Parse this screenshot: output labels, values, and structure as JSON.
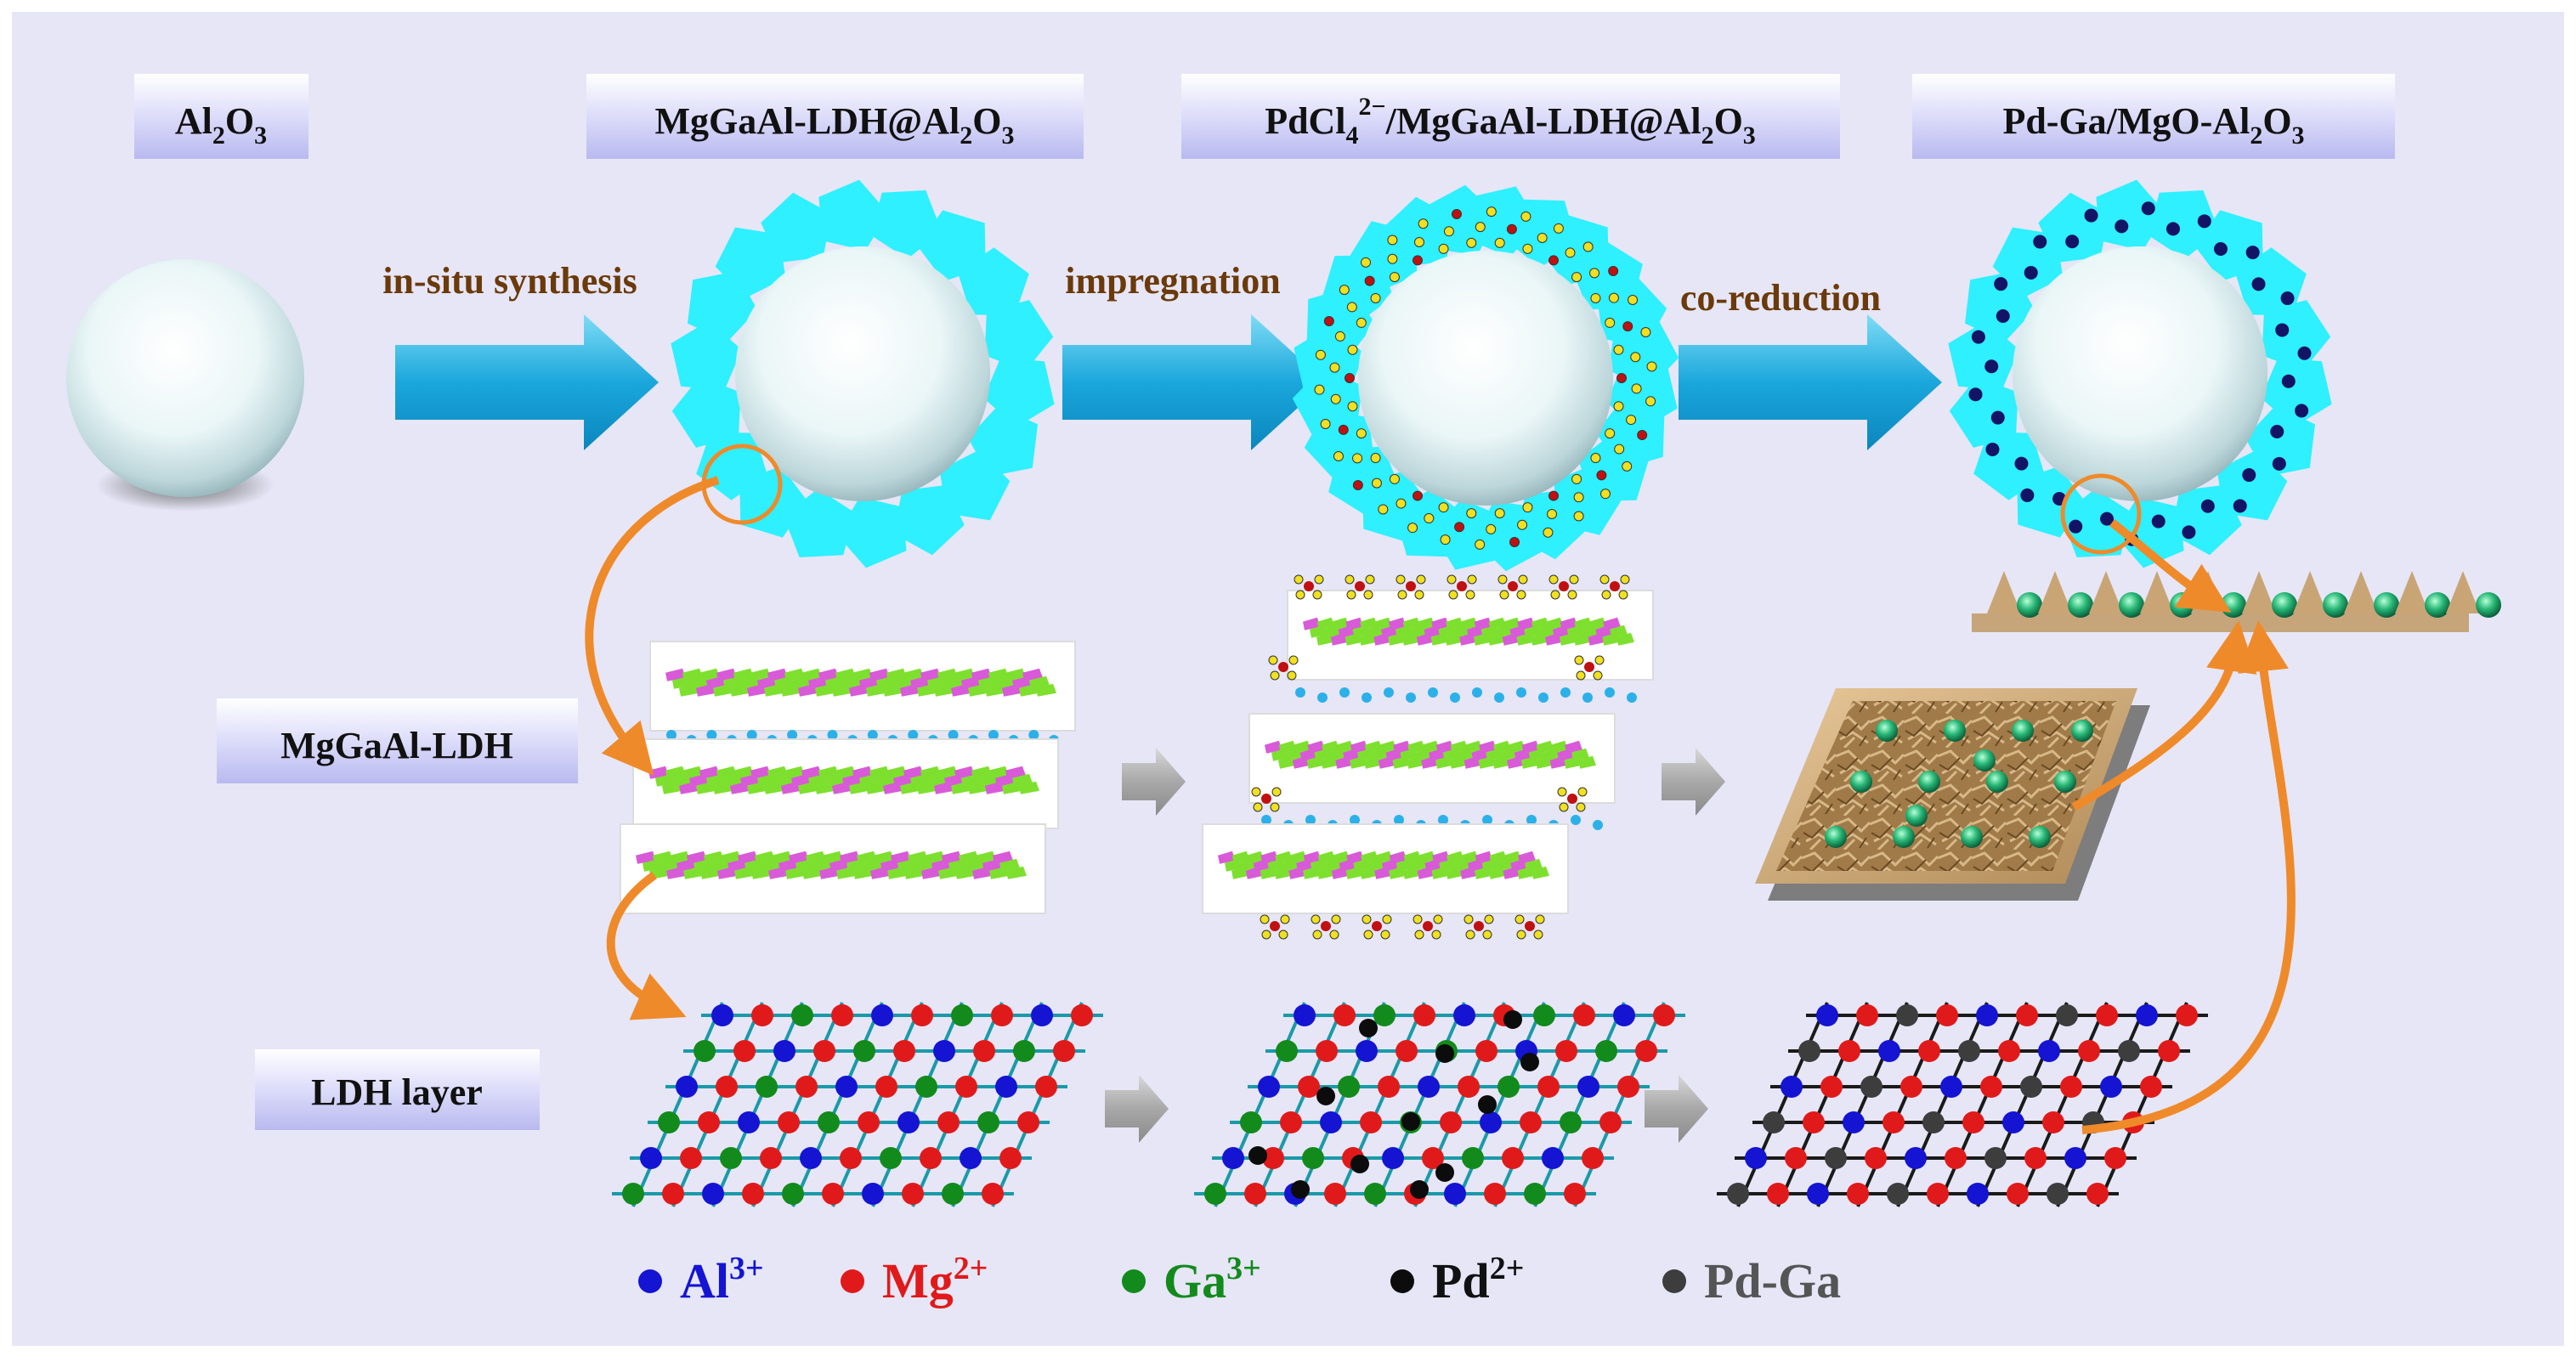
{
  "titles": {
    "al2o3": {
      "base": "Al",
      "sub1": "2",
      "mid": "O",
      "sub2": "3"
    },
    "ldh_al2o3": {
      "pre": "MgGaAl-LDH@Al",
      "sub1": "2",
      "mid": "O",
      "sub2": "3"
    },
    "pdcl4": {
      "pre": "PdCl",
      "sub0": "4",
      "sup0": "2−",
      "mid0": "/MgGaAl-LDH@Al",
      "sub1": "2",
      "mid": "O",
      "sub2": "3"
    },
    "pdga": {
      "pre": "Pd-Ga/MgO-Al",
      "sub1": "2",
      "mid": "O",
      "sub2": "3"
    }
  },
  "steps": {
    "step1": "in-situ synthesis",
    "step2": "impregnation",
    "step3": "co-reduction"
  },
  "row_labels": {
    "ldh": "MgGaAl-LDH",
    "layer": "LDH layer"
  },
  "legend": [
    {
      "ion": "Al",
      "charge": "3+",
      "color": "#1414d2"
    },
    {
      "ion": "Mg",
      "charge": "2+",
      "color": "#e01a1a"
    },
    {
      "ion": "Ga",
      "charge": "3+",
      "color": "#138a1c"
    },
    {
      "ion": "Pd",
      "charge": "2+",
      "color": "#0c0c0c"
    },
    {
      "ion": "Pd-Ga",
      "charge": "",
      "color": "#3d3d3d"
    }
  ],
  "colors": {
    "background": "#e6e6f7",
    "label_box": "#dcdcfa",
    "arrow": "#22b4e0",
    "ldh_shell": "#2ef0ff",
    "curve_arrow": "#ef8a2a",
    "step_text": "#6b3a0a",
    "layer_green": "#7ee02e",
    "layer_pink": "#d85ad8"
  }
}
